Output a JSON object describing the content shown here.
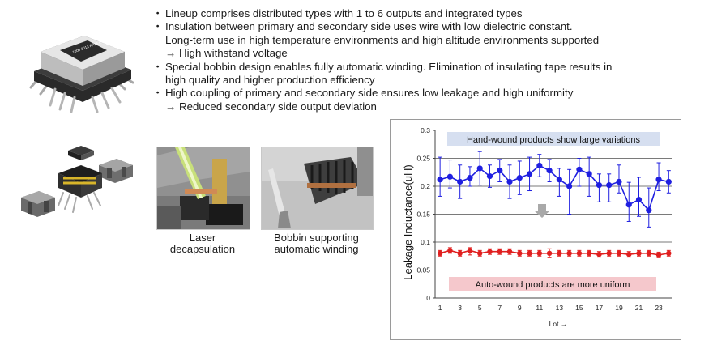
{
  "bullets": [
    {
      "lines": [
        "Lineup comprises distributed types with 1 to 6 outputs and integrated types"
      ]
    },
    {
      "lines": [
        "Insulation between primary and secondary side uses wire with low dielectric constant.",
        "Long-term use in high temperature  environments and high altitude environments supported"
      ],
      "arrow": "→ High withstand voltage"
    },
    {
      "lines": [
        "Special bobbin design enables fully automatic winding. Elimination of insulating tape results in",
        "high quality and higher production efficiency"
      ]
    },
    {
      "lines": [
        "High coupling of primary and secondary side ensures low leakage and high   uniformity"
      ],
      "arrow": "→ Reduced secondary side output deviation"
    }
  ],
  "bullet_mark": "・",
  "product_label": "1000 2013 FP23.5",
  "captions": {
    "laser": [
      "Laser",
      "decapsulation"
    ],
    "bobbin": [
      "Bobbin supporting",
      "automatic winding"
    ]
  },
  "colors": {
    "hand_series": "#1f1fe0",
    "auto_series": "#e01f1f",
    "hand_banner_bg": "#d6dff0",
    "auto_banner_bg": "#f5c8cc",
    "gridline": "#7a7a7a"
  },
  "chart_data": {
    "type": "line",
    "ylabel": "Leakage Inductance(uH)",
    "xlabel": "Lot →",
    "ylim": [
      0,
      0.3
    ],
    "yticks": [
      "0",
      "0.05",
      "0.1",
      "0.15",
      "0.2",
      "0.25",
      "0.3"
    ],
    "xlim": [
      0.5,
      24.3
    ],
    "xticks": [
      "1",
      "3",
      "5",
      "7",
      "9",
      "11",
      "13",
      "15",
      "17",
      "19",
      "21",
      "23"
    ],
    "grid": "horizontal at 0.1, 0.15, 0.2, 0.25",
    "annotations": {
      "hand": "Hand-wound products show large variations",
      "auto": "Auto-wound products are more uniform"
    },
    "x": [
      1,
      2,
      3,
      4,
      5,
      6,
      7,
      8,
      9,
      10,
      11,
      12,
      13,
      14,
      15,
      16,
      17,
      18,
      19,
      20,
      21,
      22,
      23,
      24
    ],
    "series": [
      {
        "key": "hand",
        "values": [
          0.212,
          0.217,
          0.208,
          0.215,
          0.232,
          0.218,
          0.228,
          0.208,
          0.215,
          0.222,
          0.237,
          0.228,
          0.212,
          0.2,
          0.23,
          0.222,
          0.202,
          0.202,
          0.208,
          0.167,
          0.176,
          0.157,
          0.212,
          0.208
        ],
        "err_lo": [
          0.03,
          0.02,
          0.03,
          0.015,
          0.03,
          0.02,
          0.02,
          0.03,
          0.03,
          0.03,
          0.02,
          0.02,
          0.03,
          0.05,
          0.03,
          0.04,
          0.03,
          0.03,
          0.02,
          0.03,
          0.03,
          0.03,
          0.02,
          0.02
        ],
        "err_hi": [
          0.04,
          0.03,
          0.03,
          0.02,
          0.03,
          0.02,
          0.02,
          0.03,
          0.03,
          0.03,
          0.02,
          0.02,
          0.02,
          0.03,
          0.02,
          0.03,
          0.02,
          0.02,
          0.03,
          0.04,
          0.04,
          0.04,
          0.03,
          0.02
        ]
      },
      {
        "key": "auto",
        "values": [
          0.08,
          0.085,
          0.08,
          0.085,
          0.08,
          0.083,
          0.083,
          0.083,
          0.08,
          0.08,
          0.08,
          0.08,
          0.08,
          0.08,
          0.08,
          0.08,
          0.078,
          0.08,
          0.08,
          0.078,
          0.08,
          0.08,
          0.077,
          0.08
        ],
        "err_lo": [
          0.005,
          0.005,
          0.005,
          0.008,
          0.005,
          0.005,
          0.005,
          0.005,
          0.005,
          0.005,
          0.005,
          0.008,
          0.005,
          0.005,
          0.005,
          0.005,
          0.005,
          0.005,
          0.005,
          0.005,
          0.005,
          0.005,
          0.005,
          0.005
        ],
        "err_hi": [
          0.005,
          0.005,
          0.005,
          0.005,
          0.005,
          0.005,
          0.005,
          0.005,
          0.005,
          0.005,
          0.005,
          0.008,
          0.005,
          0.005,
          0.005,
          0.005,
          0.005,
          0.005,
          0.005,
          0.005,
          0.005,
          0.005,
          0.005,
          0.005
        ]
      }
    ]
  }
}
